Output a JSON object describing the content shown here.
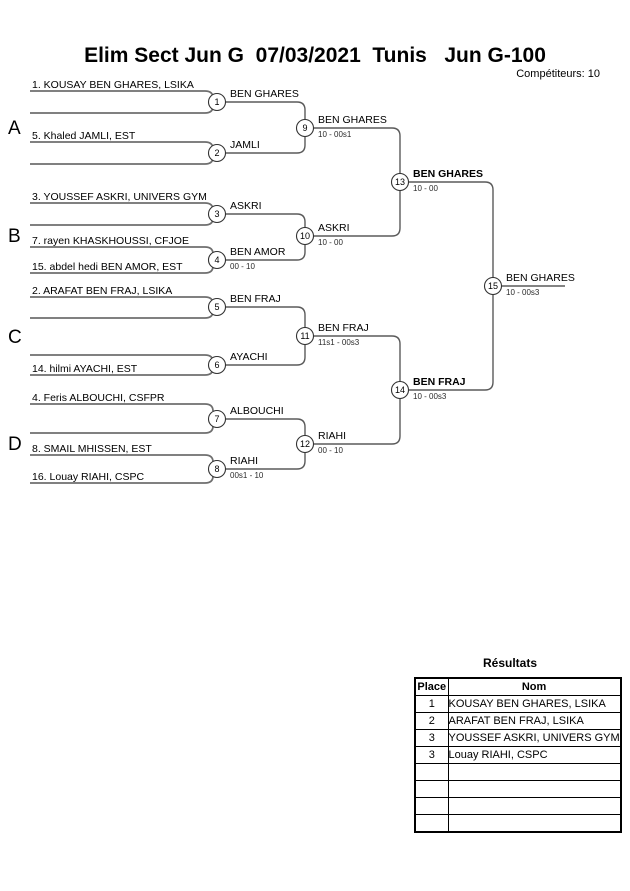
{
  "page": {
    "title": "Elim Sect Jun G  07/03/2021  Tunis   Jun G-100",
    "competitors": "Compétiteurs: 10"
  },
  "bracket": {
    "pools": [
      "A",
      "B",
      "C",
      "D"
    ],
    "seeds": [
      "1. KOUSAY BEN GHARES, LSIKA",
      "5. Khaled JAMLI, EST",
      "3. YOUSSEF ASKRI, UNIVERS GYM",
      "7. rayen KHASKHOUSSI, CFJOE",
      "15. abdel hedi BEN AMOR, EST",
      "2. ARAFAT BEN FRAJ, LSIKA",
      "14. hilmi AYACHI, EST",
      "4. Feris ALBOUCHI, CSFPR",
      "8. SMAIL MHISSEN, EST",
      "16. Louay RIAHI, CSPC"
    ],
    "matches": [
      {
        "number": "1",
        "winner": "BEN GHARES",
        "score": ""
      },
      {
        "number": "2",
        "winner": "JAMLI",
        "score": ""
      },
      {
        "number": "3",
        "winner": "ASKRI",
        "score": ""
      },
      {
        "number": "4",
        "winner": "BEN AMOR",
        "score": "00 - 10"
      },
      {
        "number": "5",
        "winner": "BEN FRAJ",
        "score": ""
      },
      {
        "number": "6",
        "winner": "AYACHI",
        "score": ""
      },
      {
        "number": "7",
        "winner": "ALBOUCHI",
        "score": ""
      },
      {
        "number": "8",
        "winner": "RIAHI",
        "score": "00s1 - 10"
      },
      {
        "number": "9",
        "winner": "BEN GHARES",
        "score": "10 - 00s1"
      },
      {
        "number": "10",
        "winner": "ASKRI",
        "score": "10 - 00"
      },
      {
        "number": "11",
        "winner": "BEN FRAJ",
        "score": "11s1 - 00s3"
      },
      {
        "number": "12",
        "winner": "RIAHI",
        "score": "00 - 10"
      },
      {
        "number": "13",
        "winner": "BEN GHARES",
        "score": "10 - 00"
      },
      {
        "number": "14",
        "winner": "BEN FRAJ",
        "score": "10 - 00s3"
      },
      {
        "number": "15",
        "winner": "BEN GHARES",
        "score": "10 - 00s3"
      }
    ]
  },
  "results": {
    "title": "Résultats",
    "headers": [
      "Place",
      "Nom"
    ],
    "rows": [
      {
        "place": "1",
        "name": "KOUSAY BEN GHARES, LSIKA"
      },
      {
        "place": "2",
        "name": "ARAFAT BEN FRAJ, LSIKA"
      },
      {
        "place": "3",
        "name": "YOUSSEF ASKRI, UNIVERS GYM"
      },
      {
        "place": "3",
        "name": "Louay RIAHI, CSPC"
      },
      {
        "place": "",
        "name": ""
      },
      {
        "place": "",
        "name": ""
      },
      {
        "place": "",
        "name": ""
      },
      {
        "place": "",
        "name": ""
      }
    ]
  }
}
